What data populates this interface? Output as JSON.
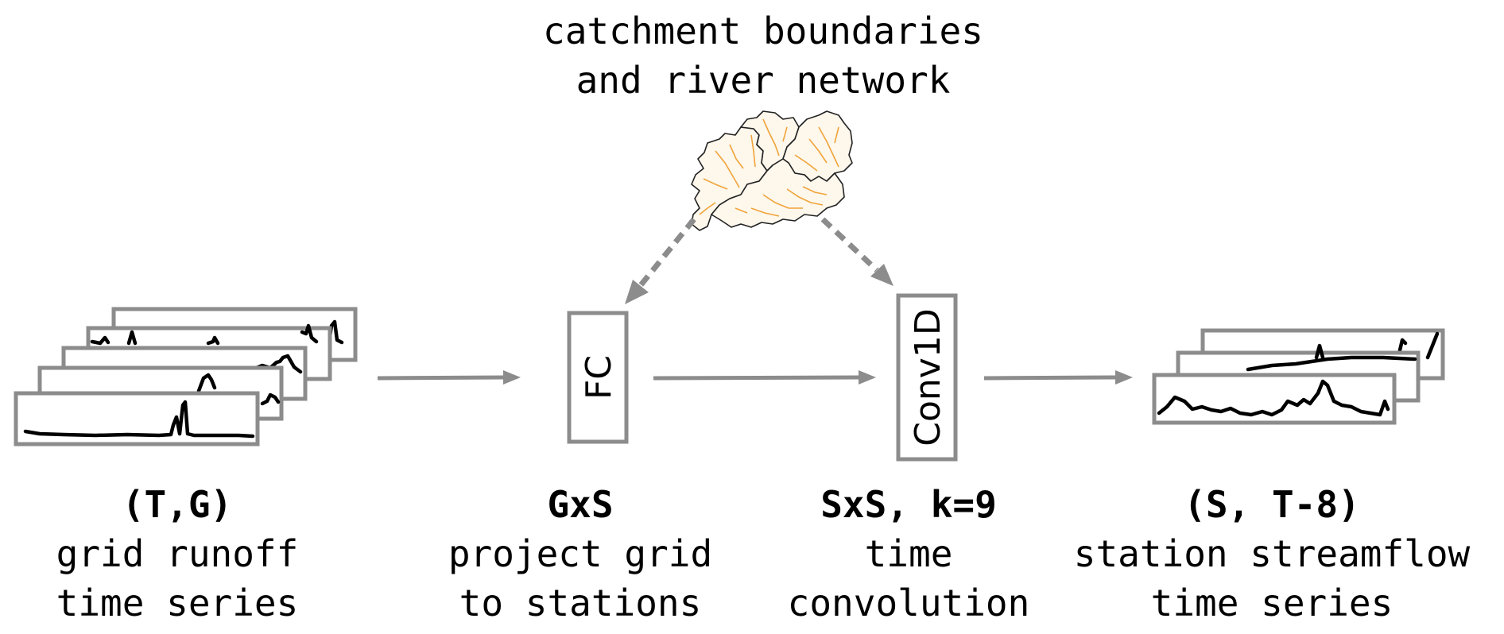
{
  "title": {
    "line1": "catchment boundaries",
    "line2": "and river network"
  },
  "stages": [
    {
      "id": "input",
      "shape": "(T,G)",
      "line1": "grid runoff",
      "line2": "time series"
    },
    {
      "id": "fc",
      "block_label": "FC",
      "shape": "GxS",
      "line1": "project grid",
      "line2": "to stations"
    },
    {
      "id": "conv",
      "block_label": "Conv1D",
      "shape": "SxS, k=9",
      "line1": "time",
      "line2": "convolution"
    },
    {
      "id": "output",
      "shape": "(S, T-8)",
      "line1": "station streamflow",
      "line2": "time series"
    }
  ],
  "colors": {
    "frame": "#8c8c8c",
    "arrow": "#8c8c8c",
    "signal": "#000000",
    "river": "#f0a43a",
    "catchment_fill": "#fdf7ec"
  }
}
